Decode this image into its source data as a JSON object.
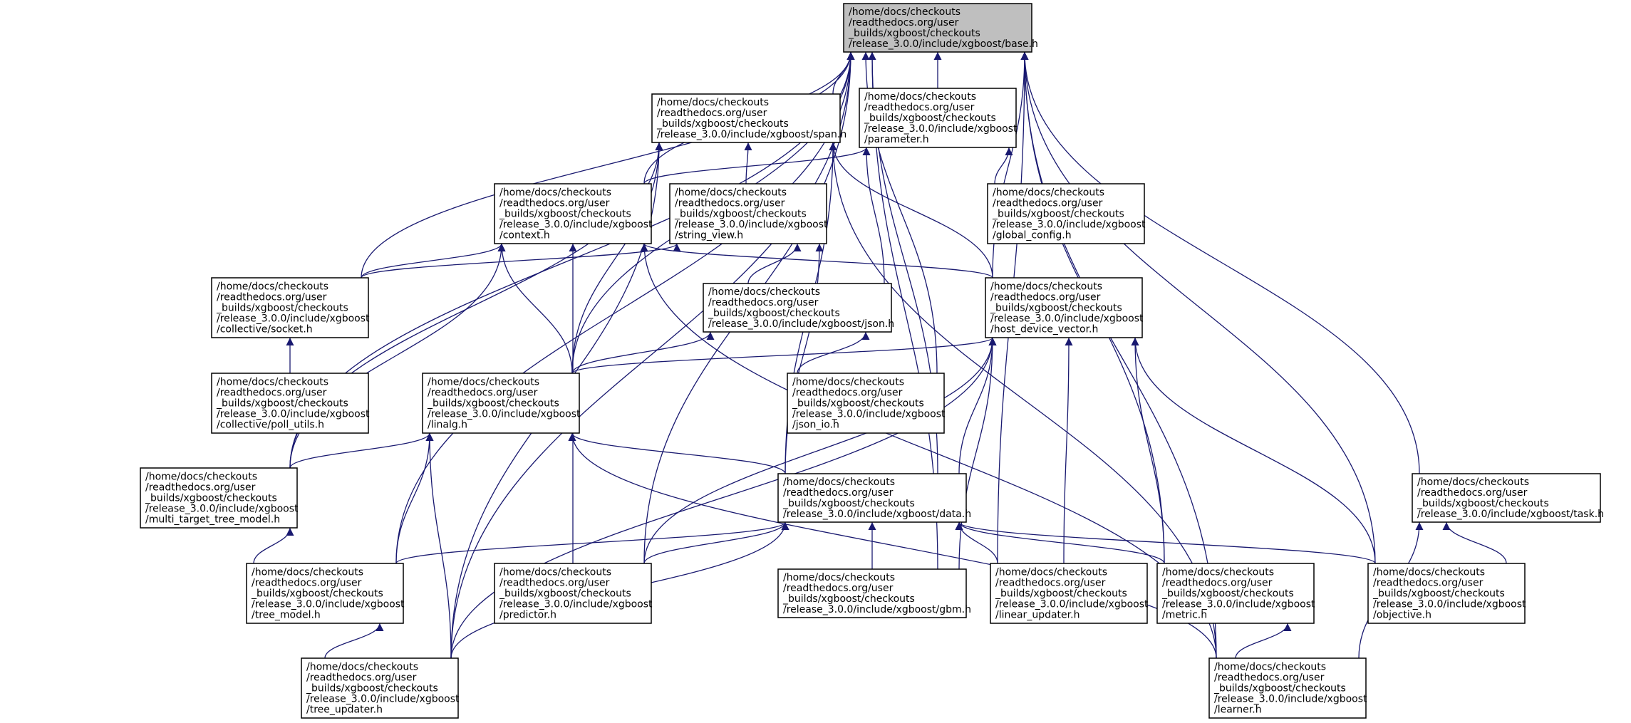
{
  "graph": {
    "arrowColor": "#191970",
    "highlightFill": "#bfbfbf",
    "nodes": [
      {
        "id": "base",
        "highlighted": true,
        "lines": [
          "/home/docs/checkouts",
          "/readthedocs.org/user",
          "_builds/xgboost/checkouts",
          "/release_3.0.0/include/xgboost/base.h"
        ]
      },
      {
        "id": "span",
        "lines": [
          "/home/docs/checkouts",
          "/readthedocs.org/user",
          "_builds/xgboost/checkouts",
          "/release_3.0.0/include/xgboost/span.h"
        ]
      },
      {
        "id": "parameter",
        "lines": [
          "/home/docs/checkouts",
          "/readthedocs.org/user",
          "_builds/xgboost/checkouts",
          "/release_3.0.0/include/xgboost",
          "/parameter.h"
        ]
      },
      {
        "id": "context",
        "lines": [
          "/home/docs/checkouts",
          "/readthedocs.org/user",
          "_builds/xgboost/checkouts",
          "/release_3.0.0/include/xgboost",
          "/context.h"
        ]
      },
      {
        "id": "string_view",
        "lines": [
          "/home/docs/checkouts",
          "/readthedocs.org/user",
          "_builds/xgboost/checkouts",
          "/release_3.0.0/include/xgboost",
          "/string_view.h"
        ]
      },
      {
        "id": "global_config",
        "lines": [
          "/home/docs/checkouts",
          "/readthedocs.org/user",
          "_builds/xgboost/checkouts",
          "/release_3.0.0/include/xgboost",
          "/global_config.h"
        ]
      },
      {
        "id": "socket",
        "lines": [
          "/home/docs/checkouts",
          "/readthedocs.org/user",
          "_builds/xgboost/checkouts",
          "/release_3.0.0/include/xgboost",
          "/collective/socket.h"
        ]
      },
      {
        "id": "json",
        "lines": [
          "/home/docs/checkouts",
          "/readthedocs.org/user",
          "_builds/xgboost/checkouts",
          "/release_3.0.0/include/xgboost/json.h"
        ]
      },
      {
        "id": "host_device_vector",
        "lines": [
          "/home/docs/checkouts",
          "/readthedocs.org/user",
          "_builds/xgboost/checkouts",
          "/release_3.0.0/include/xgboost",
          "/host_device_vector.h"
        ]
      },
      {
        "id": "poll_utils",
        "lines": [
          "/home/docs/checkouts",
          "/readthedocs.org/user",
          "_builds/xgboost/checkouts",
          "/release_3.0.0/include/xgboost",
          "/collective/poll_utils.h"
        ]
      },
      {
        "id": "linalg",
        "lines": [
          "/home/docs/checkouts",
          "/readthedocs.org/user",
          "_builds/xgboost/checkouts",
          "/release_3.0.0/include/xgboost",
          "/linalg.h"
        ]
      },
      {
        "id": "json_io",
        "lines": [
          "/home/docs/checkouts",
          "/readthedocs.org/user",
          "_builds/xgboost/checkouts",
          "/release_3.0.0/include/xgboost",
          "/json_io.h"
        ]
      },
      {
        "id": "multi_target_tree_model",
        "lines": [
          "/home/docs/checkouts",
          "/readthedocs.org/user",
          "_builds/xgboost/checkouts",
          "/release_3.0.0/include/xgboost",
          "/multi_target_tree_model.h"
        ]
      },
      {
        "id": "data",
        "lines": [
          "/home/docs/checkouts",
          "/readthedocs.org/user",
          "_builds/xgboost/checkouts",
          "/release_3.0.0/include/xgboost/data.h"
        ]
      },
      {
        "id": "task",
        "lines": [
          "/home/docs/checkouts",
          "/readthedocs.org/user",
          "_builds/xgboost/checkouts",
          "/release_3.0.0/include/xgboost/task.h"
        ]
      },
      {
        "id": "tree_model",
        "lines": [
          "/home/docs/checkouts",
          "/readthedocs.org/user",
          "_builds/xgboost/checkouts",
          "/release_3.0.0/include/xgboost",
          "/tree_model.h"
        ]
      },
      {
        "id": "predictor",
        "lines": [
          "/home/docs/checkouts",
          "/readthedocs.org/user",
          "_builds/xgboost/checkouts",
          "/release_3.0.0/include/xgboost",
          "/predictor.h"
        ]
      },
      {
        "id": "gbm",
        "lines": [
          "/home/docs/checkouts",
          "/readthedocs.org/user",
          "_builds/xgboost/checkouts",
          "/release_3.0.0/include/xgboost/gbm.h"
        ]
      },
      {
        "id": "linear_updater",
        "lines": [
          "/home/docs/checkouts",
          "/readthedocs.org/user",
          "_builds/xgboost/checkouts",
          "/release_3.0.0/include/xgboost",
          "/linear_updater.h"
        ]
      },
      {
        "id": "metric",
        "lines": [
          "/home/docs/checkouts",
          "/readthedocs.org/user",
          "_builds/xgboost/checkouts",
          "/release_3.0.0/include/xgboost",
          "/metric.h"
        ]
      },
      {
        "id": "objective",
        "lines": [
          "/home/docs/checkouts",
          "/readthedocs.org/user",
          "_builds/xgboost/checkouts",
          "/release_3.0.0/include/xgboost",
          "/objective.h"
        ]
      },
      {
        "id": "tree_updater",
        "lines": [
          "/home/docs/checkouts",
          "/readthedocs.org/user",
          "_builds/xgboost/checkouts",
          "/release_3.0.0/include/xgboost",
          "/tree_updater.h"
        ]
      },
      {
        "id": "learner",
        "lines": [
          "/home/docs/checkouts",
          "/readthedocs.org/user",
          "_builds/xgboost/checkouts",
          "/release_3.0.0/include/xgboost",
          "/learner.h"
        ]
      }
    ],
    "edges": [
      {
        "from": "span",
        "to": "base"
      },
      {
        "from": "parameter",
        "to": "base"
      },
      {
        "from": "context",
        "to": "base"
      },
      {
        "from": "socket",
        "to": "base"
      },
      {
        "from": "multi_target_tree_model",
        "to": "base"
      },
      {
        "from": "tree_model",
        "to": "base"
      },
      {
        "from": "tree_updater",
        "to": "base"
      },
      {
        "from": "linalg",
        "to": "base"
      },
      {
        "from": "predictor",
        "to": "base"
      },
      {
        "from": "host_device_vector",
        "to": "base"
      },
      {
        "from": "json_io",
        "to": "base"
      },
      {
        "from": "data",
        "to": "base"
      },
      {
        "from": "gbm",
        "to": "base"
      },
      {
        "from": "linear_updater",
        "to": "base"
      },
      {
        "from": "metric",
        "to": "base"
      },
      {
        "from": "objective",
        "to": "base"
      },
      {
        "from": "task",
        "to": "base"
      },
      {
        "from": "learner",
        "to": "base"
      },
      {
        "from": "string_view",
        "to": "span"
      },
      {
        "from": "linalg",
        "to": "span"
      },
      {
        "from": "multi_target_tree_model",
        "to": "span"
      },
      {
        "from": "tree_updater",
        "to": "span"
      },
      {
        "from": "data",
        "to": "span"
      },
      {
        "from": "host_device_vector",
        "to": "span"
      },
      {
        "from": "learner",
        "to": "span"
      },
      {
        "from": "context",
        "to": "parameter"
      },
      {
        "from": "json",
        "to": "parameter"
      },
      {
        "from": "global_config",
        "to": "parameter"
      },
      {
        "from": "linalg",
        "to": "context"
      },
      {
        "from": "socket",
        "to": "context"
      },
      {
        "from": "multi_target_tree_model",
        "to": "context"
      },
      {
        "from": "predictor",
        "to": "context"
      },
      {
        "from": "learner",
        "to": "context"
      },
      {
        "from": "host_device_vector",
        "to": "context"
      },
      {
        "from": "json",
        "to": "string_view"
      },
      {
        "from": "data",
        "to": "string_view"
      },
      {
        "from": "socket",
        "to": "string_view"
      },
      {
        "from": "poll_utils",
        "to": "socket"
      },
      {
        "from": "linalg",
        "to": "json"
      },
      {
        "from": "json_io",
        "to": "json"
      },
      {
        "from": "linalg",
        "to": "host_device_vector"
      },
      {
        "from": "data",
        "to": "host_device_vector"
      },
      {
        "from": "predictor",
        "to": "host_device_vector"
      },
      {
        "from": "gbm",
        "to": "host_device_vector"
      },
      {
        "from": "linear_updater",
        "to": "host_device_vector"
      },
      {
        "from": "metric",
        "to": "host_device_vector"
      },
      {
        "from": "objective",
        "to": "host_device_vector"
      },
      {
        "from": "tree_updater",
        "to": "host_device_vector"
      },
      {
        "from": "multi_target_tree_model",
        "to": "linalg"
      },
      {
        "from": "data",
        "to": "linalg"
      },
      {
        "from": "tree_model",
        "to": "linalg"
      },
      {
        "from": "tree_updater",
        "to": "linalg"
      },
      {
        "from": "learner",
        "to": "linalg"
      },
      {
        "from": "tree_model",
        "to": "multi_target_tree_model"
      },
      {
        "from": "tree_model",
        "to": "data"
      },
      {
        "from": "predictor",
        "to": "data"
      },
      {
        "from": "gbm",
        "to": "data"
      },
      {
        "from": "linear_updater",
        "to": "data"
      },
      {
        "from": "metric",
        "to": "data"
      },
      {
        "from": "objective",
        "to": "data"
      },
      {
        "from": "tree_updater",
        "to": "data"
      },
      {
        "from": "objective",
        "to": "task"
      },
      {
        "from": "learner",
        "to": "task"
      },
      {
        "from": "tree_updater",
        "to": "tree_model"
      },
      {
        "from": "learner",
        "to": "metric"
      }
    ]
  }
}
